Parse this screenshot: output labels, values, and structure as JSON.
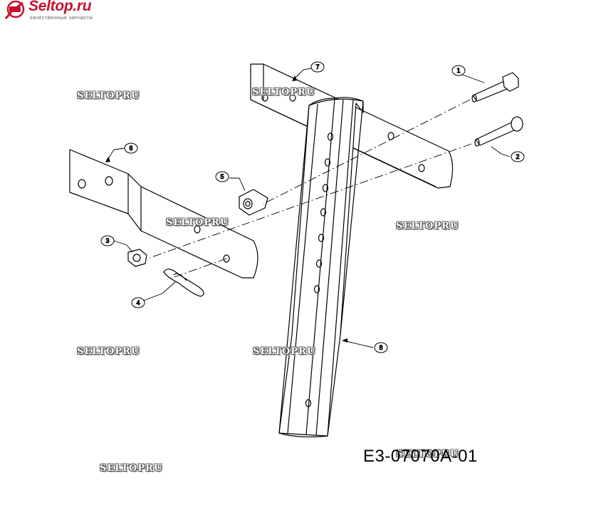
{
  "logo": {
    "name": "Seltop.ru",
    "tagline": "качественные запчасти"
  },
  "watermarks": [
    "SELTOPRU",
    "SELTOPRU",
    "SELTOPRU",
    "SELTOPRU",
    "SELTOPRU",
    "SELTOPRU",
    "SELTOPRU",
    "SELTOPRU"
  ],
  "drawing_id": "E3-07070A-01",
  "callouts": [
    "1",
    "2",
    "3",
    "4",
    "5",
    "6",
    "7",
    "8"
  ],
  "colors": {
    "logo": "#c8102e",
    "line": "#000000",
    "background": "#ffffff"
  }
}
